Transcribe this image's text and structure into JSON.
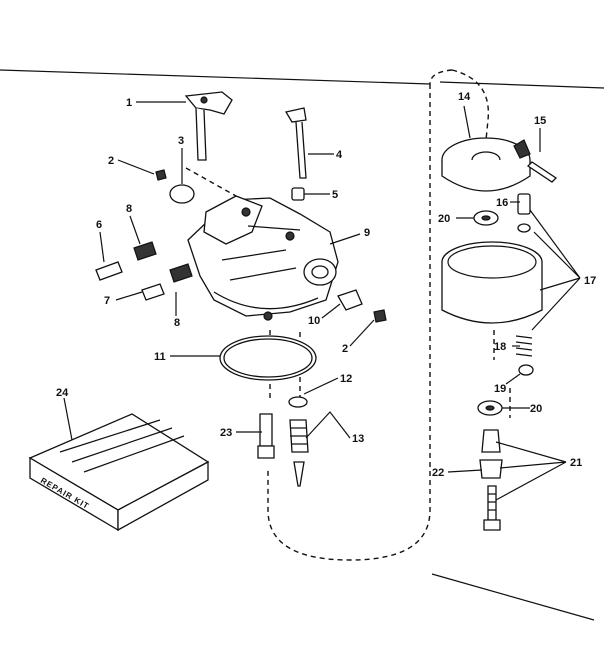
{
  "labels": {
    "p1": "1",
    "p2a": "2",
    "p2b": "2",
    "p3": "3",
    "p4": "4",
    "p5": "5",
    "p6": "6",
    "p7": "7",
    "p8a": "8",
    "p8b": "8",
    "p9": "9",
    "p10": "10",
    "p11": "11",
    "p12": "12",
    "p13": "13",
    "p14": "14",
    "p15": "15",
    "p16": "16",
    "p17": "17",
    "p18": "18",
    "p19": "19",
    "p20a": "20",
    "p20b": "20",
    "p21": "21",
    "p22": "22",
    "p23": "23",
    "p24": "24"
  },
  "repair_kit_text": "REPAIR KIT"
}
